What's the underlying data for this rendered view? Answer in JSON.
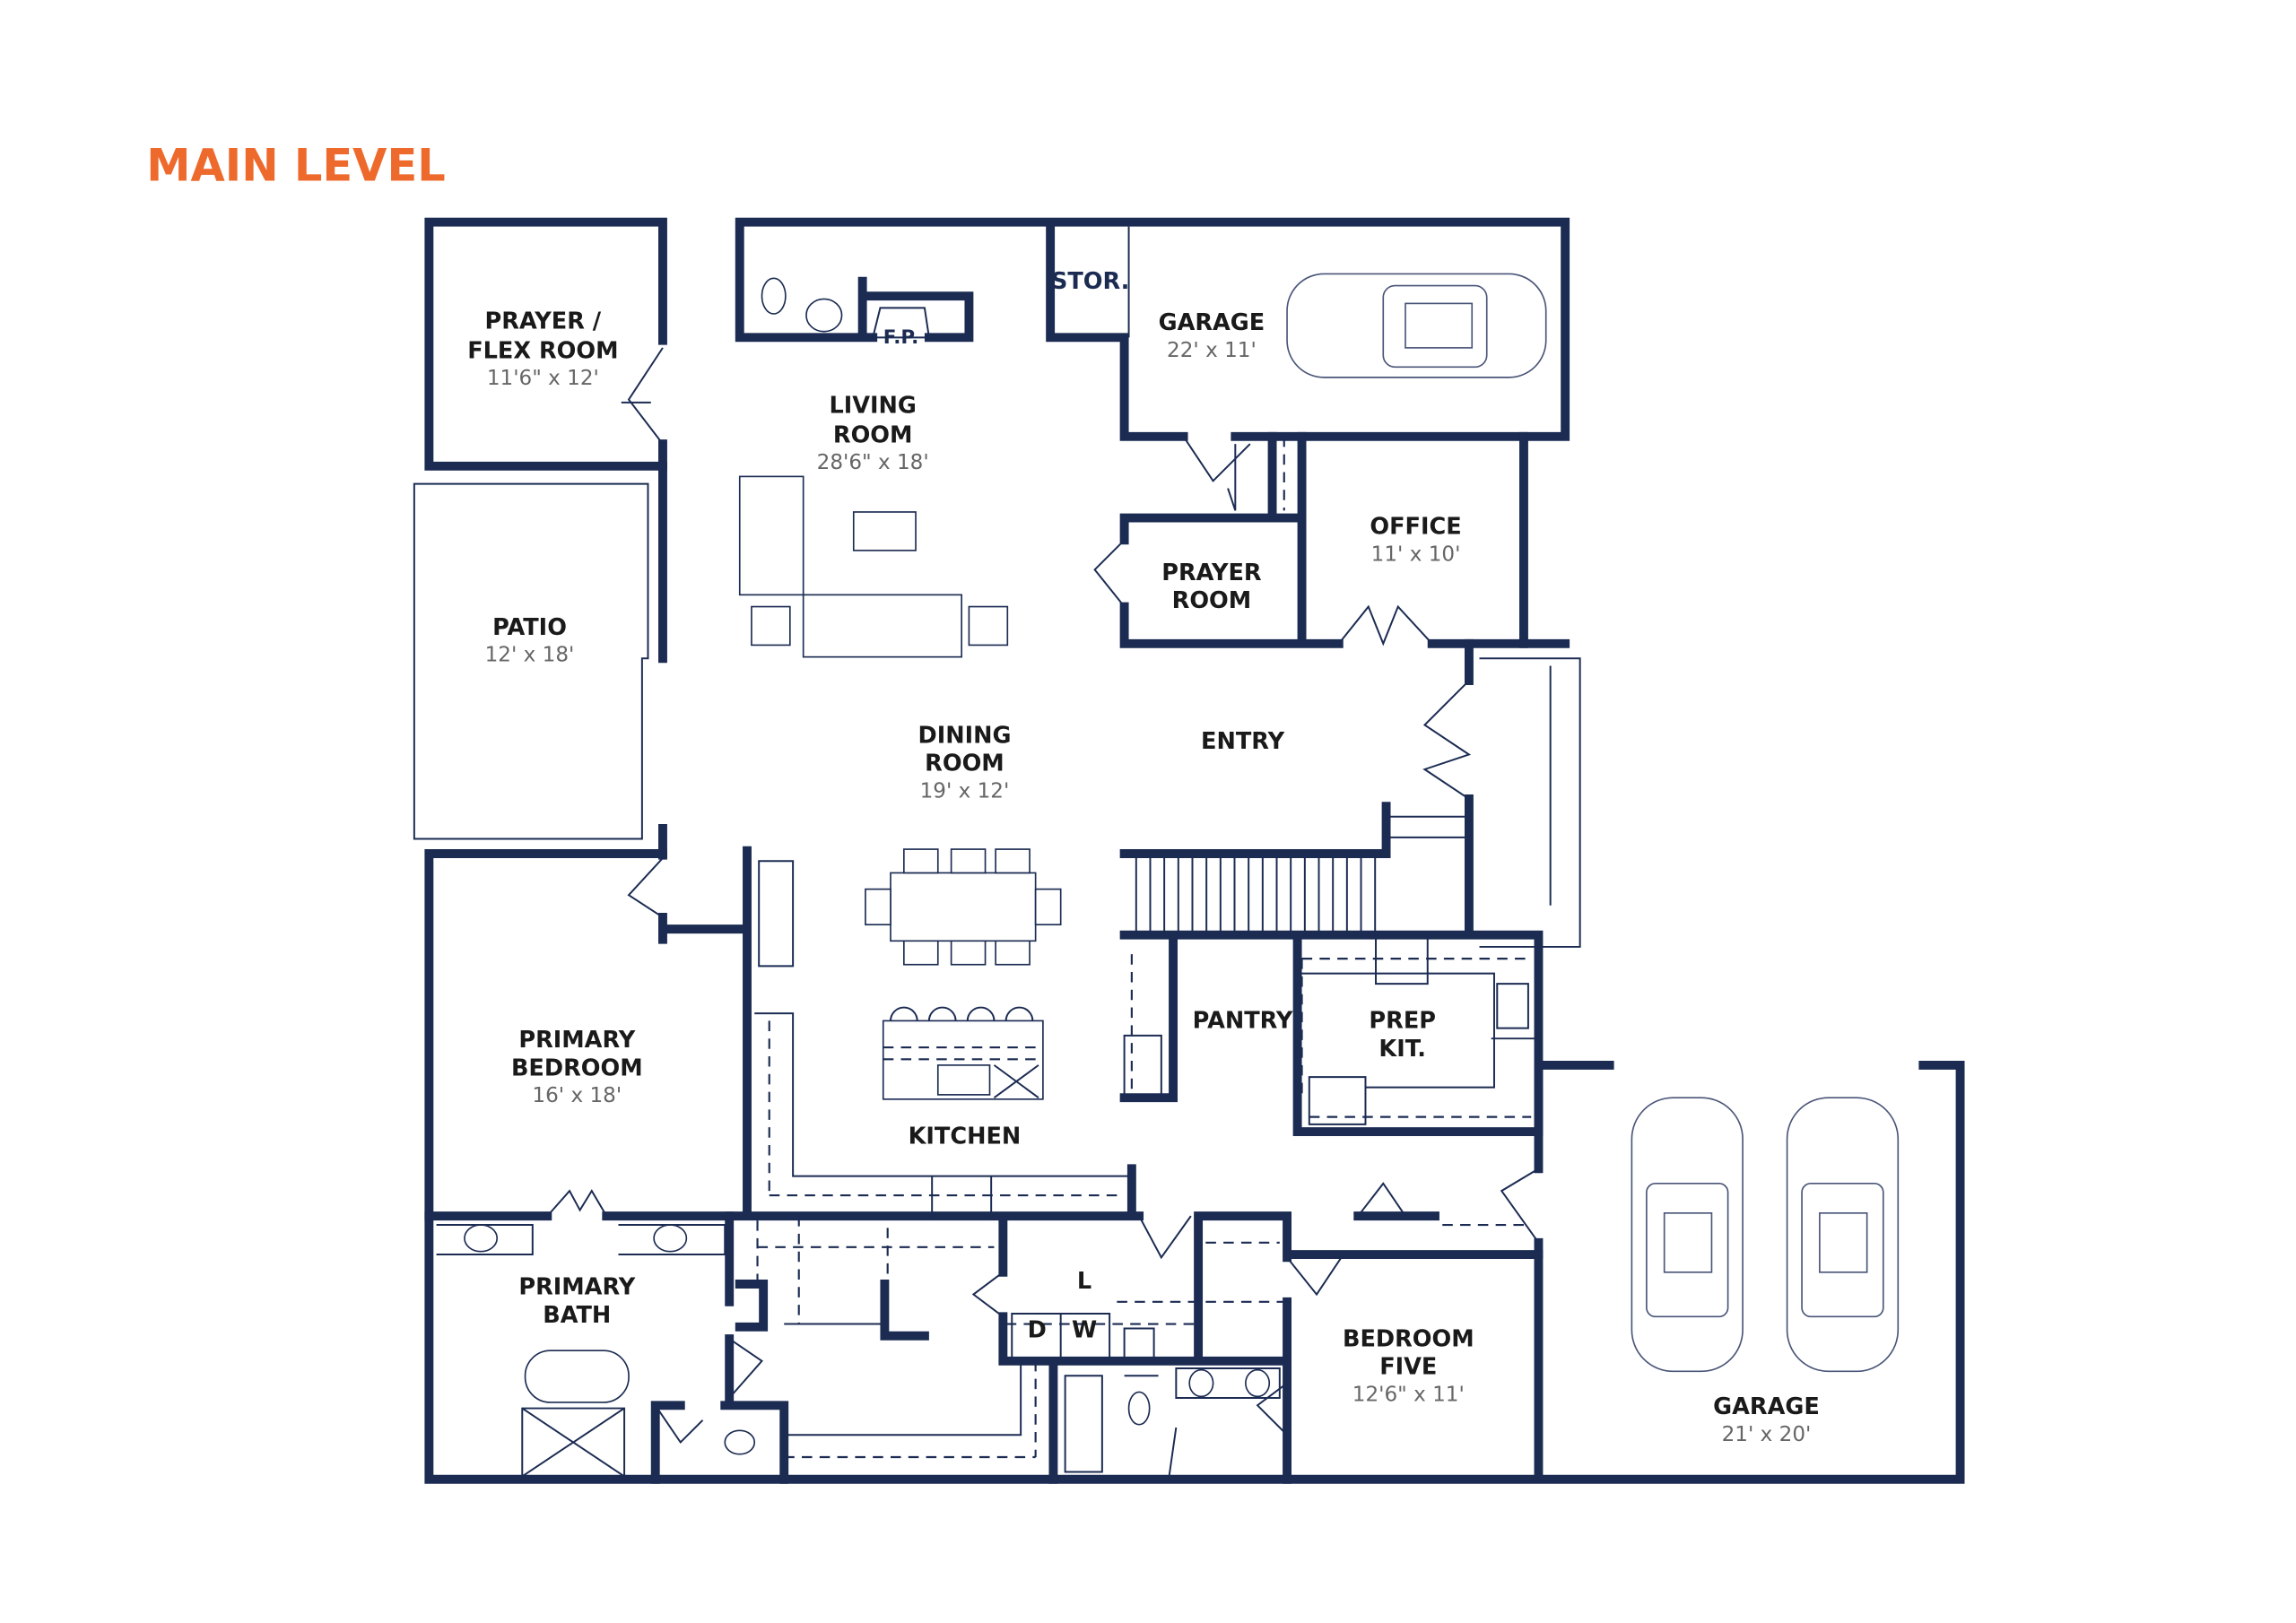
{
  "title": "MAIN LEVEL",
  "colors": {
    "title": "#ee6a2c",
    "walls": "#1b2b52",
    "label": "#1a1a1a",
    "dimension": "#666666"
  },
  "rooms": {
    "flex": {
      "line1": "PRAYER /",
      "line2": "FLEX ROOM",
      "dim": "11'6\" x 12'"
    },
    "living": {
      "line1": "LIVING",
      "line2": "ROOM",
      "dim": "28'6\" x 18'"
    },
    "fp": {
      "label": "F.P."
    },
    "stor": {
      "label": "STOR."
    },
    "garage1": {
      "label": "GARAGE",
      "dim": "22' x 11'"
    },
    "prayer": {
      "line1": "PRAYER",
      "line2": "ROOM"
    },
    "office": {
      "label": "OFFICE",
      "dim": "11' x 10'"
    },
    "patio": {
      "label": "PATIO",
      "dim": "12' x 18'"
    },
    "dining": {
      "line1": "DINING",
      "line2": "ROOM",
      "dim": "19' x 12'"
    },
    "entry": {
      "label": "ENTRY"
    },
    "pantry": {
      "label": "PANTRY"
    },
    "prep": {
      "line1": "PREP",
      "line2": "KIT."
    },
    "primary_bedroom": {
      "line1": "PRIMARY",
      "line2": "BEDROOM",
      "dim": "16' x 18'"
    },
    "kitchen": {
      "label": "KITCHEN"
    },
    "primary_bath": {
      "line1": "PRIMARY",
      "line2": "BATH"
    },
    "laundry": {
      "label": "L",
      "dryer": "D",
      "washer": "W"
    },
    "bedroom5": {
      "line1": "BEDROOM",
      "line2": "FIVE",
      "dim": "12'6\" x 11'"
    },
    "garage2": {
      "label": "GARAGE",
      "dim": "21' x 20'"
    }
  }
}
